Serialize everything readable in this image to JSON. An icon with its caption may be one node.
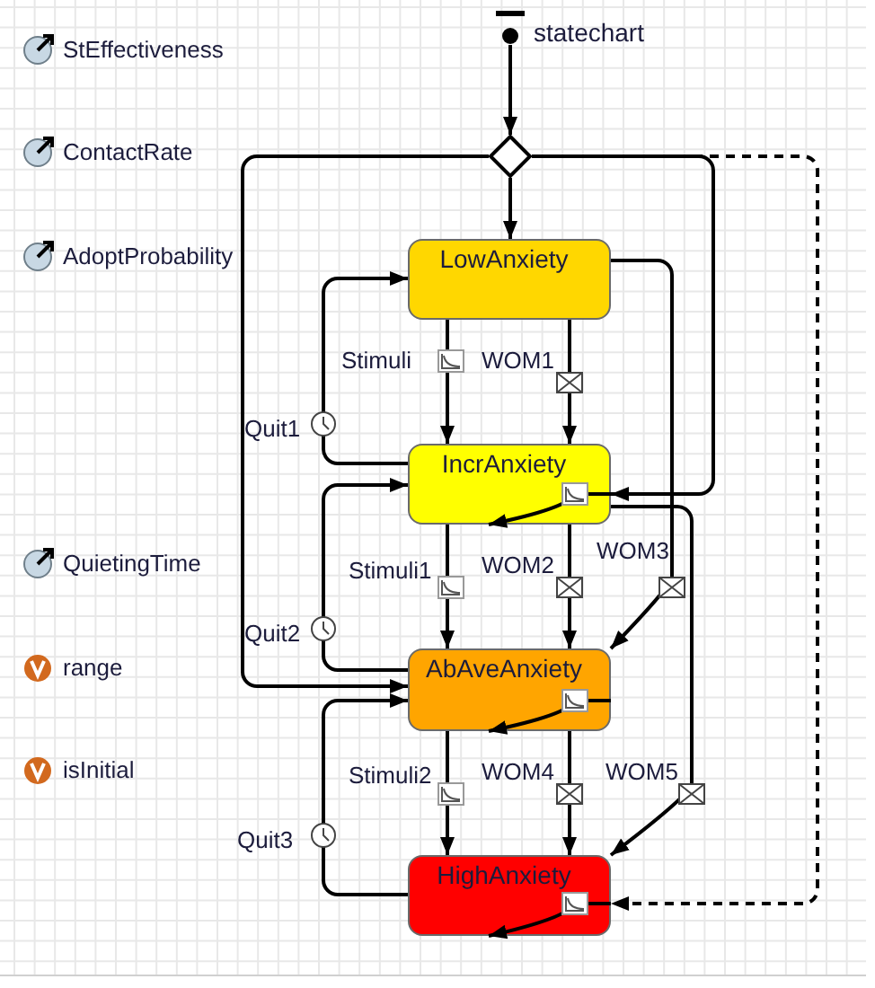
{
  "diagram": {
    "nodes": [
      {
        "text": [],
        "shape": "circle",
        "beside": [
          "statechart"
        ]
      },
      {
        "text": [],
        "shape": "diamond"
      },
      {
        "text": [
          "LowAnxiety"
        ]
      },
      {
        "text": [
          "IncrAnxiety"
        ]
      },
      {
        "text": [
          "AbAveAnxiety"
        ]
      },
      {
        "text": [
          "HighAnxiety"
        ]
      }
    ],
    "edges": [
      {
        "from": 0,
        "to": 1,
        "arrow": "to"
      },
      {
        "from": 1,
        "to": 2,
        "arrow": "to"
      },
      {
        "from": 1,
        "to": 3,
        "arrow": "to"
      },
      {
        "from": 1,
        "to": 4,
        "arrow": "to"
      },
      {
        "from": 1,
        "to": 5,
        "arrow": "to",
        "style": "dashed"
      },
      {
        "from": 2,
        "to": 3,
        "arrow": "to",
        "label": "Stimuli"
      },
      {
        "from": 2,
        "to": 3,
        "arrow": "to",
        "label": "WOM1"
      },
      {
        "from": 3,
        "to": 2,
        "arrow": "to",
        "label": "Quit1"
      },
      {
        "from": 2,
        "to": 4,
        "arrow": "to",
        "label": "WOM3"
      },
      {
        "from": 3,
        "to": 3,
        "arrow": "to"
      },
      {
        "from": 3,
        "to": 4,
        "arrow": "to",
        "label": "Stimuli1"
      },
      {
        "from": 3,
        "to": 4,
        "arrow": "to",
        "label": "WOM2"
      },
      {
        "from": 4,
        "to": 3,
        "arrow": "to",
        "label": "Quit2"
      },
      {
        "from": 3,
        "to": 5,
        "arrow": "to",
        "label": "WOM5"
      },
      {
        "from": 4,
        "to": 4,
        "arrow": "to"
      },
      {
        "from": 4,
        "to": 5,
        "arrow": "to",
        "label": "Stimuli2"
      },
      {
        "from": 4,
        "to": 5,
        "arrow": "to",
        "label": "WOM4"
      },
      {
        "from": 5,
        "to": 4,
        "arrow": "to",
        "label": "Quit3"
      },
      {
        "from": 5,
        "to": 5,
        "arrow": "to"
      }
    ],
    "labels": [
      "StEffectiveness",
      "ContactRate",
      "AdoptProbability",
      "QuietingTime",
      "range",
      "isInitial"
    ]
  }
}
